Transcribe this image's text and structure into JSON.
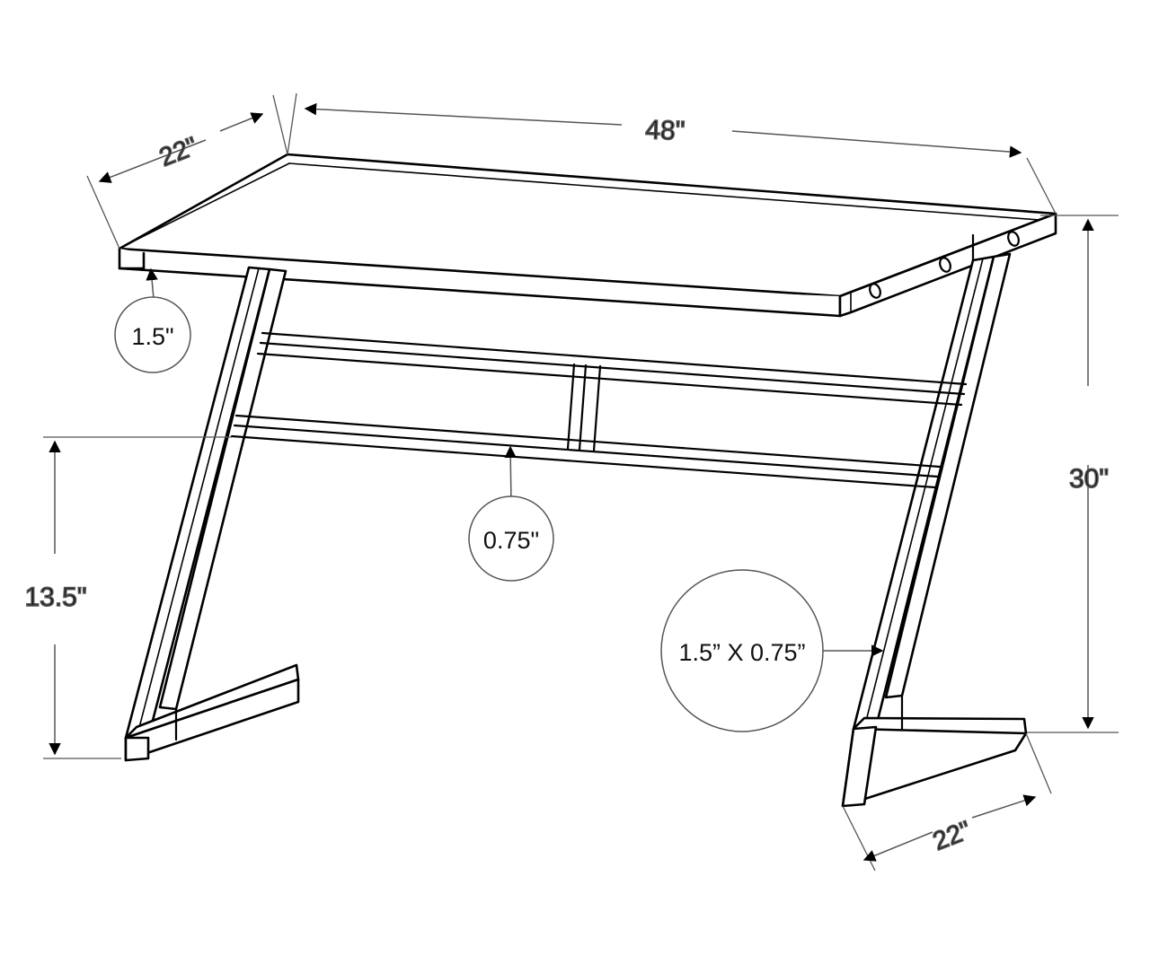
{
  "drawing": {
    "title": "Z-frame desk dimensioned line drawing",
    "product": "writing desk",
    "units": "inches",
    "line_color": "#000000",
    "background_color": "#ffffff",
    "callout_circle_color": "#555555",
    "text_color": "#111111"
  },
  "dimensions": {
    "top_depth": {
      "label": "22\"",
      "name": "desktop-depth-top-left",
      "orientation": "diagonal",
      "value": 22
    },
    "width": {
      "label": "48\"",
      "name": "desktop-width",
      "orientation": "horizontal",
      "value": 48
    },
    "height": {
      "label": "30\"",
      "name": "overall-height",
      "orientation": "vertical",
      "value": 30
    },
    "clearance": {
      "label": "13.5\"",
      "name": "lower-shelf-height",
      "orientation": "vertical",
      "value": 13.5
    },
    "base_depth": {
      "label": "22\"",
      "name": "foot-depth-bottom-right",
      "orientation": "diagonal",
      "value": 22
    }
  },
  "callouts": [
    {
      "id": "top-thickness",
      "label": "1.5\"",
      "name": "callout-desktop-thickness",
      "points_to": "desktop edge thickness",
      "value": 1.5
    },
    {
      "id": "rail-thickness",
      "label": "0.75\"",
      "name": "callout-rail-thickness",
      "points_to": "lower cross rail",
      "value": 0.75
    },
    {
      "id": "leg-profile",
      "label": "1.5” X 0.75”",
      "name": "callout-leg-profile",
      "points_to": "Z-frame leg tube",
      "value": "1.5 x 0.75"
    }
  ],
  "features": {
    "screw_holes_label": "screw-hole",
    "screw_hole_count": 3,
    "leg_count": 2,
    "rail_count": 2
  }
}
